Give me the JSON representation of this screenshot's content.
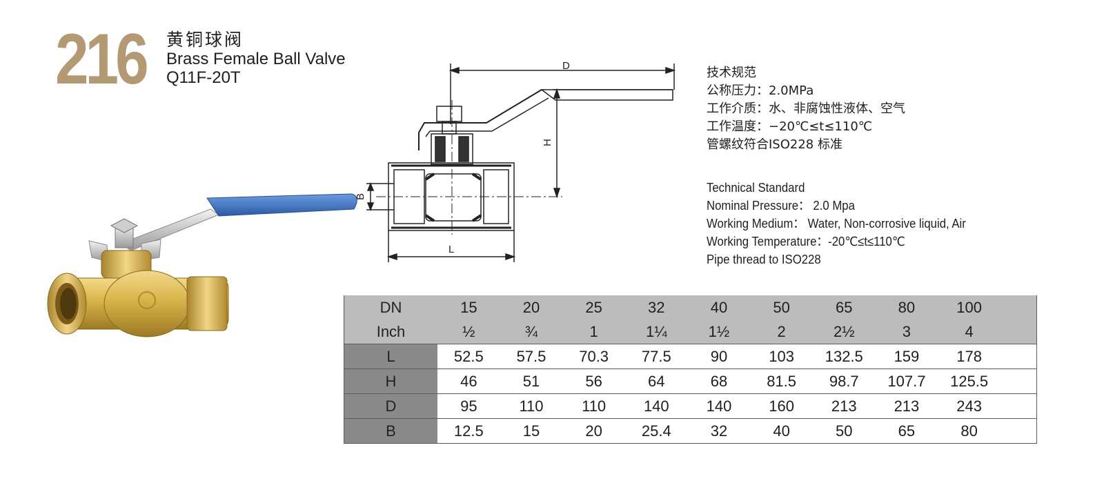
{
  "header": {
    "model_number": "216",
    "title_cn": "黄铜球阀",
    "title_en": "Brass Female Ball Valve",
    "model_code": "Q11F-20T"
  },
  "drawing": {
    "dim_d": "D",
    "dim_h": "H",
    "dim_b": "B",
    "dim_l": "L"
  },
  "spec_cn": {
    "heading": "技术规范",
    "pressure": "公称压力：2.0MPa",
    "medium": "工作介质：水、非腐蚀性液体、空气",
    "temperature": "工作温度：−20℃≤t≤110℃",
    "thread": "管螺纹符合ISO228 标准"
  },
  "spec_en": {
    "heading": "Technical Standard",
    "pressure": "Nominal Pressure： 2.0 Mpa",
    "medium": "Working Medium： Water, Non-corrosive liquid, Air",
    "temperature": "Working Temperature：-20℃≤t≤110℃",
    "thread": "Pipe thread to ISO228"
  },
  "table": {
    "rows": [
      {
        "label": "DN",
        "values": [
          "15",
          "20",
          "25",
          "32",
          "40",
          "50",
          "65",
          "80",
          "100"
        ]
      },
      {
        "label": "Inch",
        "values": [
          "½",
          "¾",
          "1",
          "1¼",
          "1½",
          "2",
          "2½",
          "3",
          "4"
        ]
      },
      {
        "label": "L",
        "values": [
          "52.5",
          "57.5",
          "70.3",
          "77.5",
          "90",
          "103",
          "132.5",
          "159",
          "178"
        ]
      },
      {
        "label": "H",
        "values": [
          "46",
          "51",
          "56",
          "64",
          "68",
          "81.5",
          "98.7",
          "107.7",
          "125.5"
        ]
      },
      {
        "label": "D",
        "values": [
          "95",
          "110",
          "110",
          "140",
          "140",
          "160",
          "213",
          "213",
          "243"
        ]
      },
      {
        "label": "B",
        "values": [
          "12.5",
          "15",
          "20",
          "25.4",
          "32",
          "40",
          "50",
          "65",
          "80"
        ]
      }
    ]
  },
  "colors": {
    "model_number": "#b39a73",
    "handle_blue": "#3d73c4",
    "brass": "#d9b44a",
    "table_header": "#bcbcbc",
    "table_label": "#8a8a8a"
  }
}
